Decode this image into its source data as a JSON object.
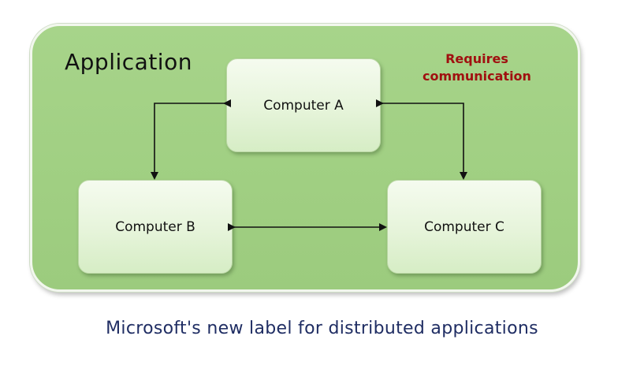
{
  "diagram": {
    "container_label": "Application",
    "note_lines": [
      "Requires",
      "communication"
    ],
    "nodes": {
      "a": "Computer A",
      "b": "Computer B",
      "c": "Computer C"
    },
    "caption": "Microsoft's new label for distributed applications"
  },
  "colors": {
    "panel_fill": "#a0cf82",
    "node_fill": "#e6f4da",
    "note_text": "#a01010",
    "caption_text": "#1f2d63",
    "arrow": "#111111"
  }
}
